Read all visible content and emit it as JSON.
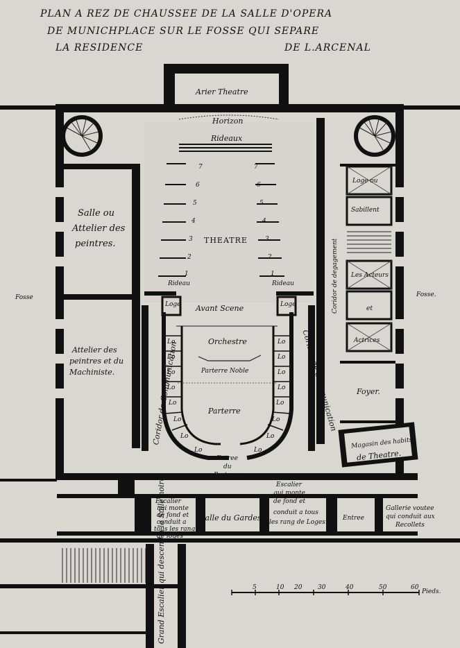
{
  "title": {
    "line1": "PLAN A REZ DE CHAUSSEE DE LA SALLE D'OPERA",
    "line2": "DE MUNICHPLACE SUR LE FOSSE QUI SEPARE",
    "line3_left": "LA RESIDENCE",
    "line3_right": "DE L.ARCENAL"
  },
  "rooms": {
    "arier_theatre": "Arier Theatre",
    "horizon": "Horizon",
    "rideaux": "Rideaux",
    "theatre": "THEATRE",
    "rideau_left": "Rideau",
    "rideau_right": "Rideau",
    "avant_scene": "Avant Scene",
    "orchestre": "Orchestre",
    "parterre_noble": "Parterre Noble",
    "parterre": "Parterre",
    "entree_parterre_1": "Entree",
    "entree_parterre_2": "du",
    "entree_parterre_3": "Parterre",
    "salle_peintres_1": "Salle ou",
    "salle_peintres_2": "Attelier des",
    "salle_peintres_3": "peintres.",
    "attelier_1": "Attelier des",
    "attelier_2": "peintres et du",
    "attelier_3": "Machiniste.",
    "fosse_left": "Fosse",
    "fosse_right": "Fosse.",
    "loge_ou": "Loge ou",
    "shabillent": "Sabillent",
    "les_acteurs": "Les Acteurs",
    "et": "et",
    "actrices": "Actrices",
    "foyer": "Foyer.",
    "magasin_1": "Magasin des habits",
    "magasin_2": "de Theatre.",
    "loge_left": "Loge",
    "loge_right": "Loge",
    "lo": "Lo",
    "corridor_left": "Coridor de Communication",
    "corridor_right": "Coridor de Communication",
    "corridor_degagement": "Coridor de degagement",
    "escalier_left_1": "Escalier",
    "escalier_left_2": "qui monte",
    "escalier_left_3": "de fond et",
    "escalier_left_4": "conduit a",
    "escalier_left_5": "tous les rang",
    "escalier_left_6": "de loges",
    "salle_gardes": "Salle du Gardes",
    "escalier_right_1": "Escalier",
    "escalier_right_2": "qui monte",
    "escalier_right_3": "de fond et",
    "escalier_right_4": "conduit a tous",
    "escalier_right_5": "les rang de Loges",
    "entree": "Entree",
    "gallerie_1": "Gallerie voutee",
    "gallerie_2": "qui conduit aux",
    "gallerie_3": "Recollets",
    "grand_escalier": "Grand Escalier qui descend a la Salle noire."
  },
  "stage_numbers": [
    "7",
    "6",
    "5",
    "4",
    "3",
    "2",
    "1"
  ],
  "scale_bar": {
    "ticks": [
      "5",
      "10",
      "20",
      "30",
      "40",
      "50",
      "60"
    ],
    "unit": "Pieds."
  }
}
